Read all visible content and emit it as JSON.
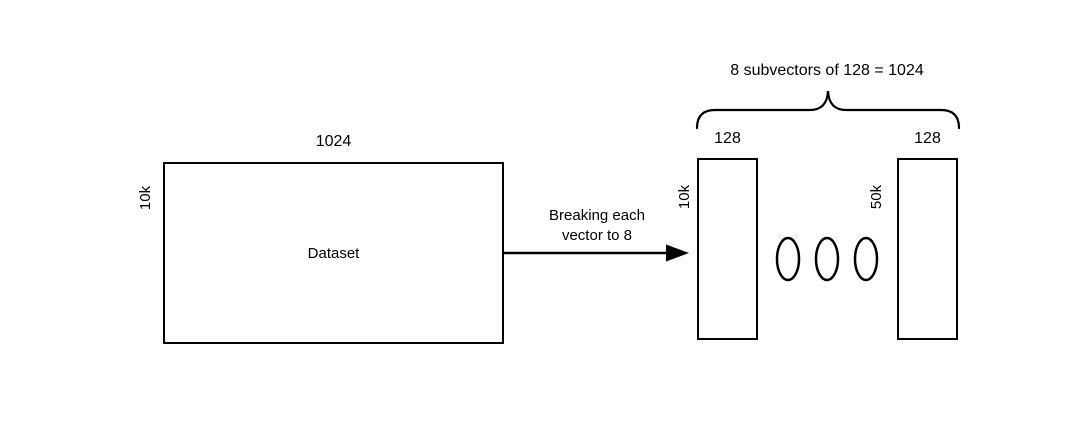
{
  "diagram": {
    "dataset": {
      "label": "Dataset",
      "width_label": "1024",
      "height_label": "10k"
    },
    "arrow": {
      "label_line1": "Breaking each",
      "label_line2": "vector to 8"
    },
    "brace": {
      "caption": "8 subvectors of 128 = 1024"
    },
    "subvectors": [
      {
        "width_label": "128",
        "height_label": "10k"
      },
      {
        "width_label": "128",
        "height_label": "50k"
      }
    ]
  },
  "colors": {
    "background": "#ffffff",
    "stroke": "#000000",
    "text": "#000000"
  }
}
